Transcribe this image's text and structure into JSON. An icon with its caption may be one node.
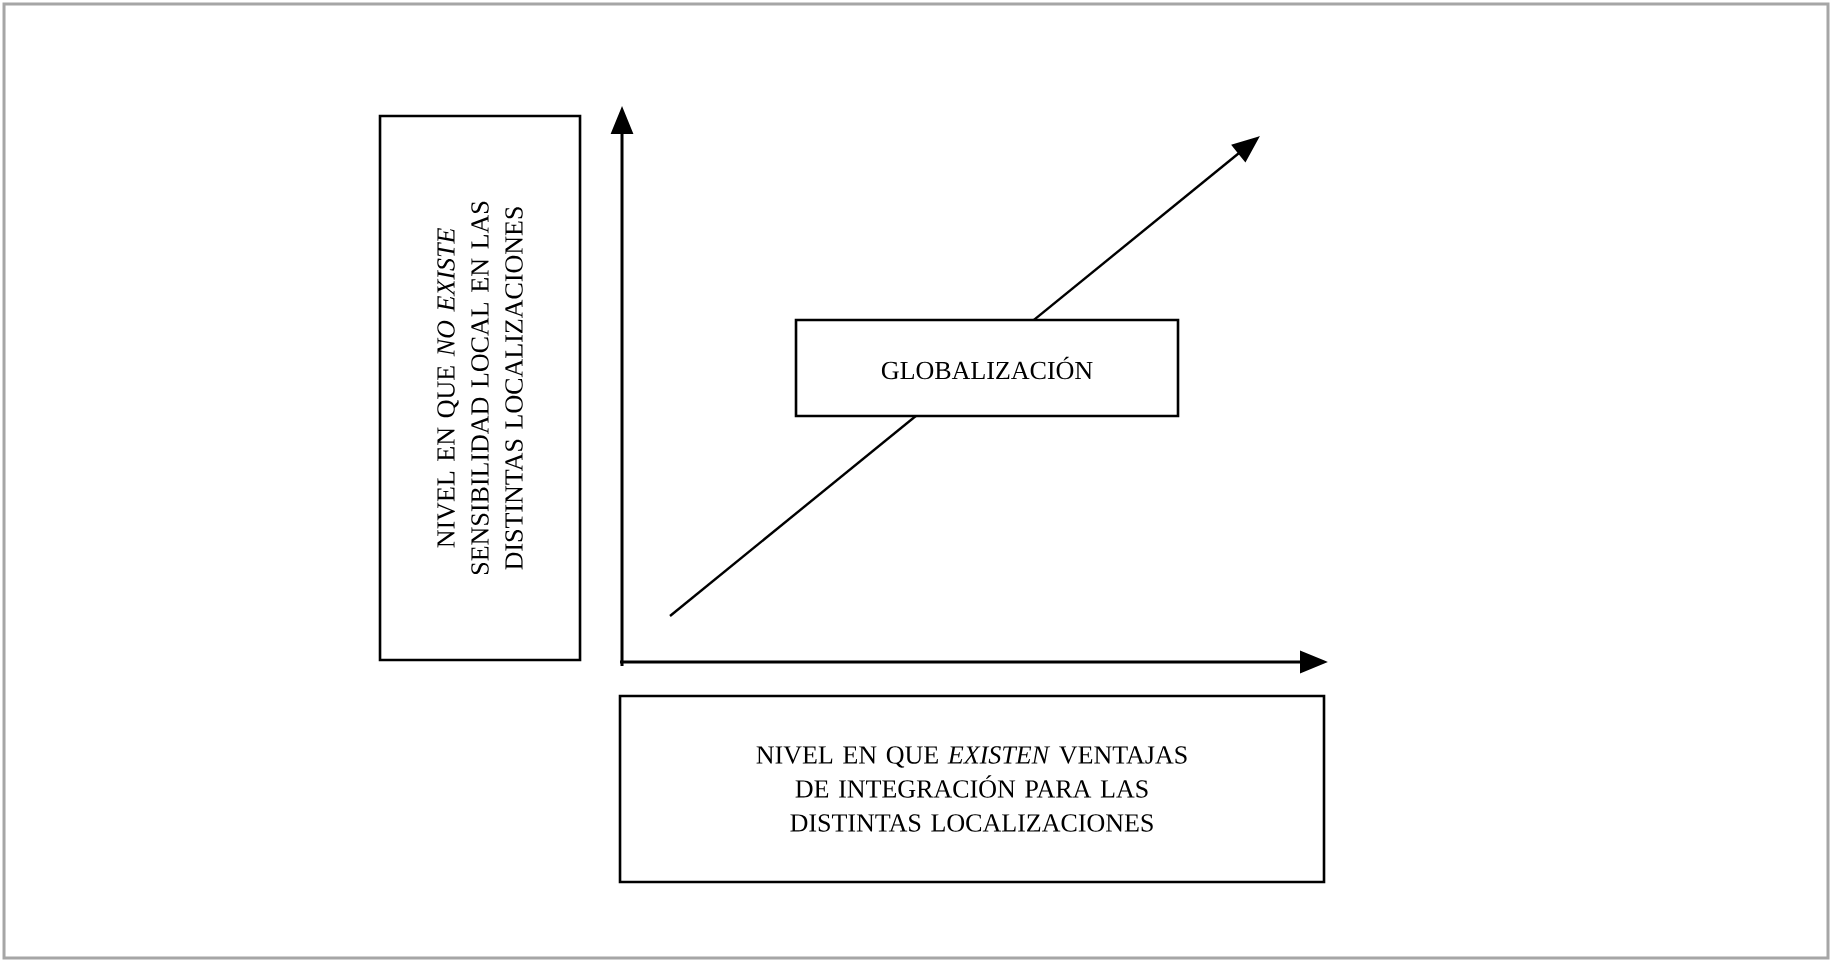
{
  "diagram": {
    "nodes": [
      {
        "text": [
          "NIVEL EN QUE *NO EXISTE* SENSIBILIDAD LOCAL EN LAS DISTINTAS LOCALIZACIONES"
        ]
      },
      {
        "text": [
          "GLOBALIZACIÓN"
        ]
      },
      {
        "text": [
          "NIVEL EN QUE *EXISTEN* VENTAJAS DE INTEGRACIÓN PARA LAS DISTINTAS LOCALIZACIONES"
        ]
      }
    ]
  }
}
